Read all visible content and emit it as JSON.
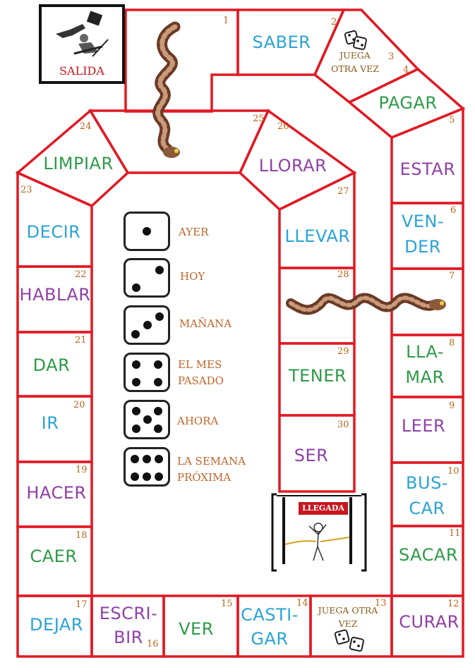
{
  "colors": {
    "border": "#e01a24",
    "blue": "#2aa3d8",
    "purple": "#9040a8",
    "green": "#2e9a48",
    "number": "#b8651a",
    "legend_text": "#c0652a",
    "salida_text": "#c8161e"
  },
  "start": {
    "label": "SALIDA"
  },
  "finish": {
    "label": "LLEGADA"
  },
  "squares": [
    {
      "number": "1",
      "label": ""
    },
    {
      "number": "2",
      "label": "SABER"
    },
    {
      "number": "3",
      "label": "JUEGA OTRA VEZ"
    },
    {
      "number": "4",
      "label": "PAGAR"
    },
    {
      "number": "5",
      "label": "ESTAR"
    },
    {
      "number": "6",
      "label": "VEN- DER"
    },
    {
      "number": "7",
      "label": ""
    },
    {
      "number": "8",
      "label": "LLA- MAR"
    },
    {
      "number": "9",
      "label": "LEER"
    },
    {
      "number": "10",
      "label": "BUS- CAR"
    },
    {
      "number": "11",
      "label": "SACAR"
    },
    {
      "number": "12",
      "label": "CURAR"
    },
    {
      "number": "13",
      "label": "JUEGA OTRA VEZ"
    },
    {
      "number": "14",
      "label": "CASTI- GAR"
    },
    {
      "number": "15",
      "label": "VER"
    },
    {
      "number": "16",
      "label": "ESCRI- BIR"
    },
    {
      "number": "17",
      "label": "DEJAR"
    },
    {
      "number": "18",
      "label": "CAER"
    },
    {
      "number": "19",
      "label": "HACER"
    },
    {
      "number": "20",
      "label": "IR"
    },
    {
      "number": "21",
      "label": "DAR"
    },
    {
      "number": "22",
      "label": "HABLAR"
    },
    {
      "number": "23",
      "label": "DECIR"
    },
    {
      "number": "24",
      "label": "LIMPIAR"
    },
    {
      "number": "25",
      "label": ""
    },
    {
      "number": "26",
      "label": "LLORAR"
    },
    {
      "number": "27",
      "label": "LLEVAR"
    },
    {
      "number": "28",
      "label": ""
    },
    {
      "number": "29",
      "label": "TENER"
    },
    {
      "number": "30",
      "label": "SER"
    }
  ],
  "dice_legend": [
    {
      "pips": 1,
      "text": "AYER"
    },
    {
      "pips": 2,
      "text": "HOY"
    },
    {
      "pips": 3,
      "text": "MAÑANA"
    },
    {
      "pips": 4,
      "text": "EL MES PASADO"
    },
    {
      "pips": 5,
      "text": "AHORA"
    },
    {
      "pips": 6,
      "text": "LA SEMANA PRÓXIMA"
    }
  ]
}
